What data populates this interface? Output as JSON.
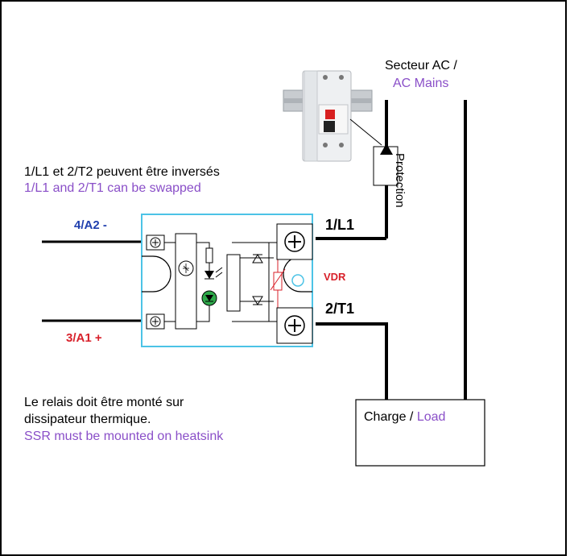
{
  "mains": {
    "label_fr": "Secteur AC /",
    "label_en": "AC Mains"
  },
  "protection_label": "Protection",
  "swap_note": {
    "fr": "1/L1 et 2/T2 peuvent être inversés",
    "en": "1/L1 and 2/T1 can be swapped"
  },
  "terminals": {
    "a2": "4/A2 -",
    "a1": "3/A1 +",
    "l1": "1/L1",
    "t1": "2/T1"
  },
  "vdr_label": "VDR",
  "heatsink_note": {
    "fr_line1": "Le relais doit être monté sur",
    "fr_line2": "dissipateur thermique.",
    "en": "SSR must be mounted on heatsink"
  },
  "load": {
    "fr": "Charge / ",
    "en": "Load"
  },
  "colors": {
    "purple": "#8a4fc8",
    "blue_label": "#1f3fae",
    "red_label": "#d8202a",
    "ssr_outline": "#4cc3e6",
    "led_green": "#2ea84a"
  }
}
